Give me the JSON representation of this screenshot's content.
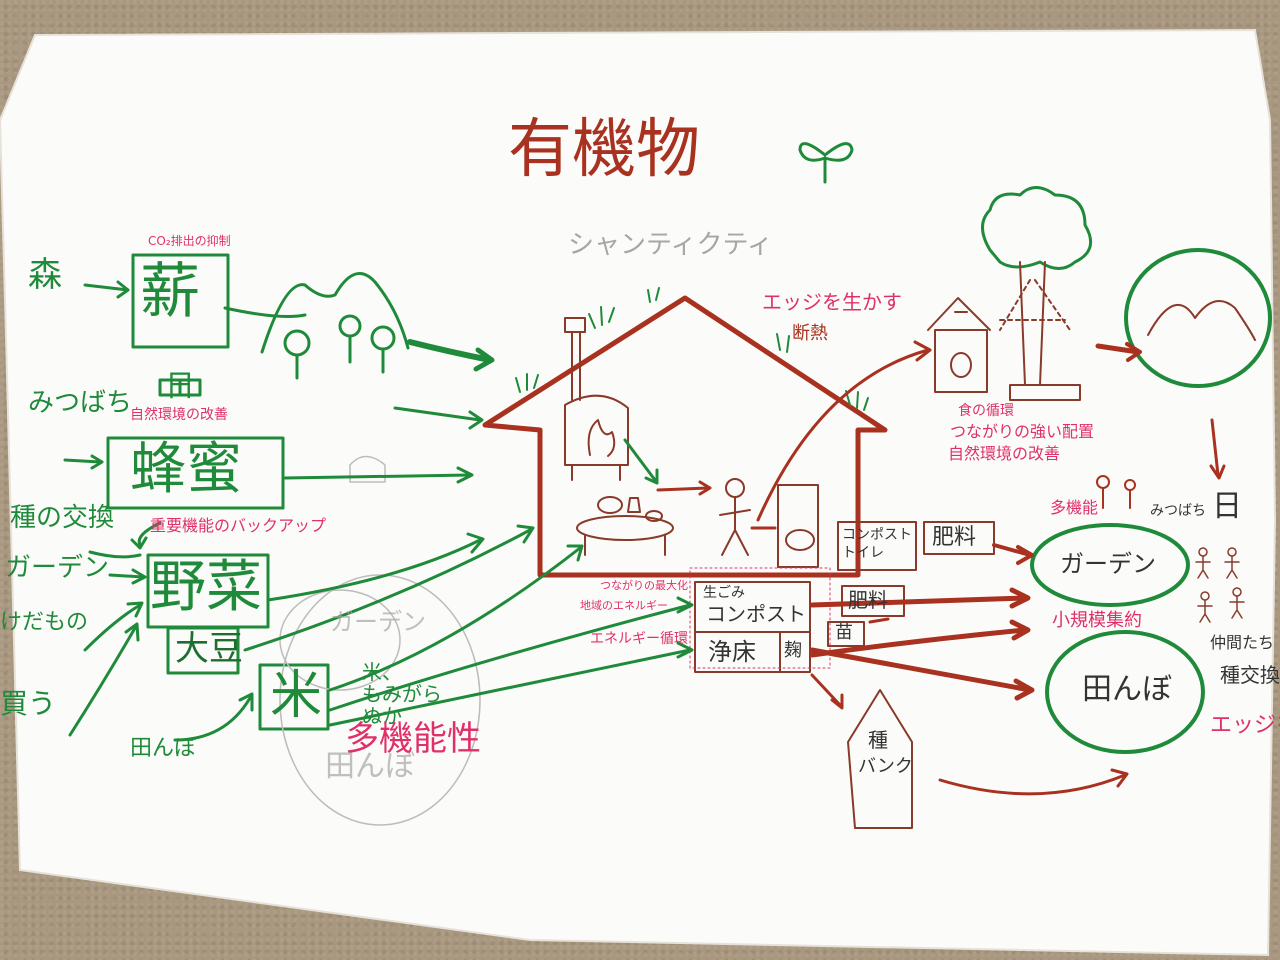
{
  "title": "有機物",
  "subtitle": "シャンティクティ",
  "left": {
    "mori": "森",
    "maki": "薪",
    "maki_note": "CO₂排出の抑制",
    "mitsubachi": "みつばち",
    "hi_symbol": "日",
    "hachimitsu": "蜂蜜",
    "hachimitsu_note": "自然環境の改善",
    "tane_koukan": "種の交換",
    "garden": "ガーデン",
    "yasai": "野菜",
    "yasai_note": "重要機能のバックアップ",
    "daizu": "大豆",
    "kome": "米",
    "kome_note1": "米、",
    "kome_note2": "もみがら",
    "kome_note3": "ぬか",
    "tanbo": "田んぼ",
    "kedamono": "けだもの",
    "kau": "買う",
    "takinou": "多機能性"
  },
  "center": {
    "edge": "エッジを生かす",
    "dannetsu": "断熱",
    "tsunagari": "つながりの最大化",
    "energy_note1": "地域のエネルギー",
    "energy_note2": "エネルギー循環",
    "namagomi": "生ごみ",
    "compost": "コンポスト",
    "jousou": "浄床",
    "koji": "麹",
    "compost_toilet": "コンポストトイレ",
    "hiryou1": "肥料",
    "hiryou2": "肥料",
    "nae": "苗",
    "tane_bank_1": "種",
    "tane_bank_2": "バンク"
  },
  "right": {
    "note1": "食の循環",
    "note2": "つながりの強い配置",
    "note3": "自然環境の改善",
    "takinousei": "多機能",
    "mitsubachi": "みつばち",
    "hi_symbol": "日",
    "garden": "ガーデン",
    "shoukibo": "小規模集約",
    "tanbo": "田んぼ",
    "nakama": "仲間たち",
    "tane_koukan": "種交換",
    "edge": "エッジを"
  },
  "faint": {
    "garden_gray": "ガーデン",
    "tanbo_gray": "田んぼ"
  },
  "colors": {
    "green": "#1f8b3a",
    "brown": "#a8321f",
    "pink": "#e0306a",
    "paper": "#fbfbf9"
  }
}
